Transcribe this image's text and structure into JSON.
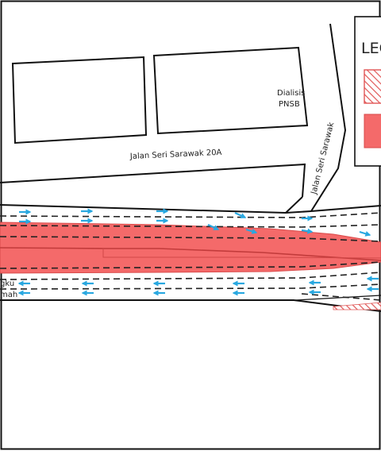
{
  "map": {
    "labels": {
      "dialisis_line1": "Dialisis",
      "dialisis_line2": "PNSB",
      "jalan_20a": "Jalan Seri Sarawak 20A",
      "jalan_seri_sarawak": "Jalan Seri Sarawak",
      "left_label_line1": "gku",
      "left_label_line2": "mah"
    },
    "legend": {
      "title": "LEG"
    },
    "colors": {
      "zone_fill": "#f46a6a",
      "zone_edge": "#d94a4a",
      "hatch": "#e05555",
      "arrow": "#29a8e0",
      "lane_dash": "#222222",
      "outline": "#111111"
    },
    "icons": {
      "lane_arrow": "lane-arrow-icon"
    }
  }
}
